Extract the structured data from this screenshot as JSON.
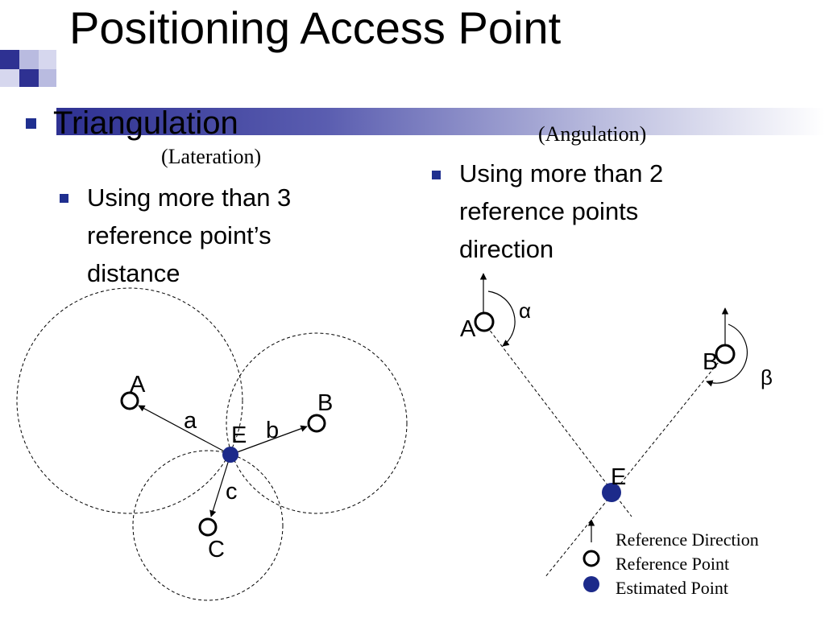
{
  "slide": {
    "title": "Positioning Access Point"
  },
  "left": {
    "heading": "Triangulation",
    "sub_label": "(Lateration)",
    "bullet_lines": [
      "Using more than 3",
      "reference point’s",
      "distance"
    ],
    "diagram": {
      "points": [
        "A",
        "B",
        "C"
      ],
      "estimated": "E",
      "distances": [
        "a",
        "b",
        "c"
      ]
    }
  },
  "right": {
    "sub_label": "(Angulation)",
    "bullet_lines": [
      "Using more than 2",
      "reference points",
      "direction"
    ],
    "diagram": {
      "points": [
        "A",
        "B"
      ],
      "estimated": "E",
      "angles": [
        "α",
        "β"
      ]
    },
    "legend": {
      "direction": "Reference Direction",
      "point": "Reference Point",
      "estimated": "Estimated Point"
    }
  },
  "colors": {
    "accent": "#2e3192",
    "bullet": "#1f2f8f",
    "estimated_point": "#1c2a8a"
  }
}
